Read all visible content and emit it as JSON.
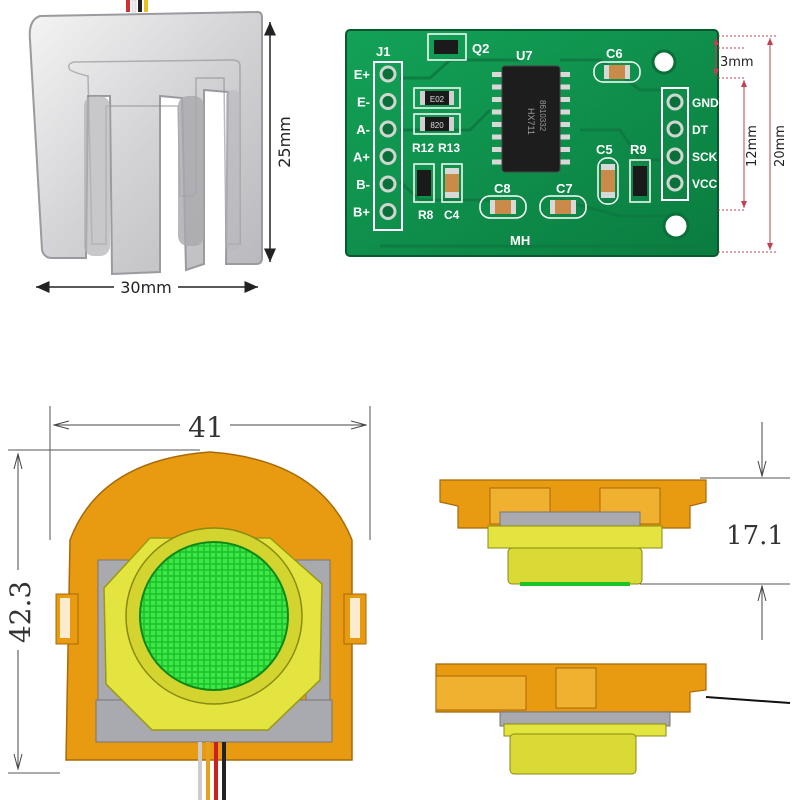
{
  "load_cell_photo": {
    "width_label": "30mm",
    "height_label": "25mm"
  },
  "hx711_board": {
    "chip_label": "U7",
    "chip_text_line1": "HX711",
    "chip_text_line2": "8610332",
    "transistor_label": "Q2",
    "header_left_label": "J1",
    "left_pins": [
      "E+",
      "E-",
      "A-",
      "A+",
      "B-",
      "B+"
    ],
    "right_pins": [
      "GND",
      "DT",
      "SCK",
      "VCC"
    ],
    "resistor_labels": [
      "R12",
      "R13",
      "R8",
      "R9"
    ],
    "resistor_codes": [
      "E02",
      "820"
    ],
    "capacitor_labels": [
      "C6",
      "C5",
      "C8",
      "C7",
      "C4"
    ],
    "silkscreen_logo": "MH",
    "dim_top": "3mm",
    "dim_pitch": "12mm",
    "dim_height": "20mm",
    "colors": {
      "pcb": "#0d8f4a",
      "pcb_edge": "#0a6f38",
      "silk": "#ffffff"
    }
  },
  "sensor_drawing": {
    "width_label": "41",
    "height_label": "42.3",
    "thickness_label": "17.1",
    "colors": {
      "housing": "#e89a10",
      "ring": "#e4e440",
      "pad": "#22d02c",
      "frame": "#a9a9b0"
    }
  }
}
